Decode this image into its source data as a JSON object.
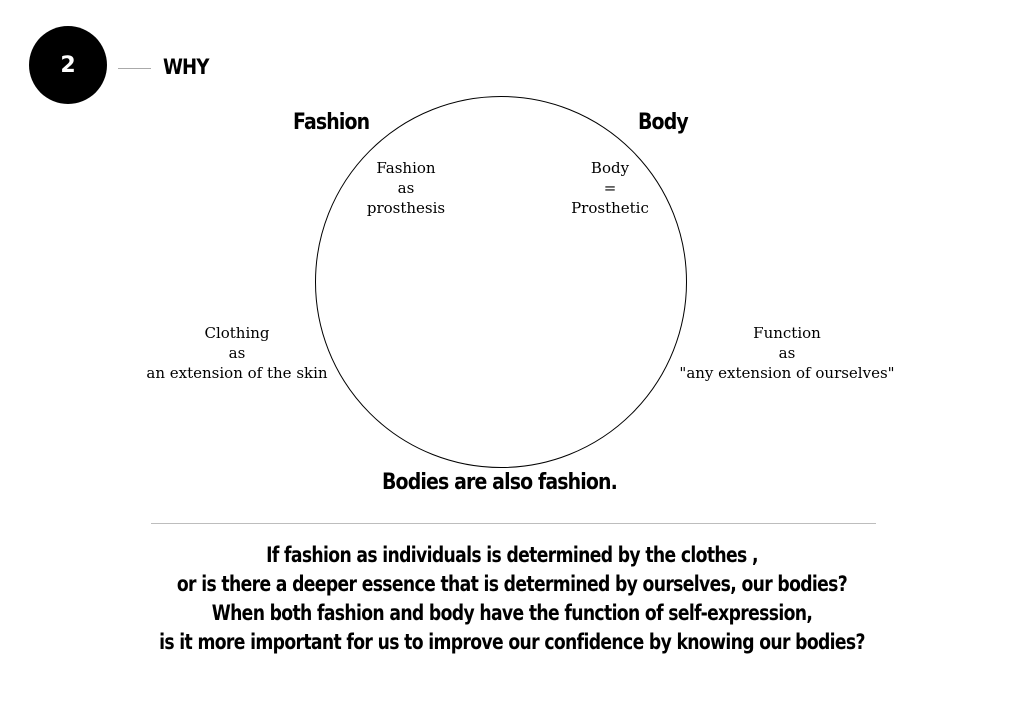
{
  "header": {
    "number": "2",
    "title": "WHY"
  },
  "diagram": {
    "left_heading": "Fashion",
    "right_heading": "Body",
    "bottom_heading": "Bodies are also fashion.",
    "fashion_inner": [
      "Fashion",
      "as",
      "prosthesis"
    ],
    "body_inner": [
      "Body",
      "=",
      "Prosthetic"
    ],
    "clothing_note": [
      "Clothing",
      "as",
      "an extension of the skin"
    ],
    "function_note": [
      "Function",
      "as",
      "\"any extension of ourselves\""
    ]
  },
  "question": {
    "lines": [
      "If fashion as individuals is determined by the clothes ,",
      "or is there a deeper essence that is determined by ourselves, our bodies?",
      "When both fashion and body have the function of self-expression,",
      "is it more important for us to improve our confidence by knowing our bodies?"
    ]
  }
}
